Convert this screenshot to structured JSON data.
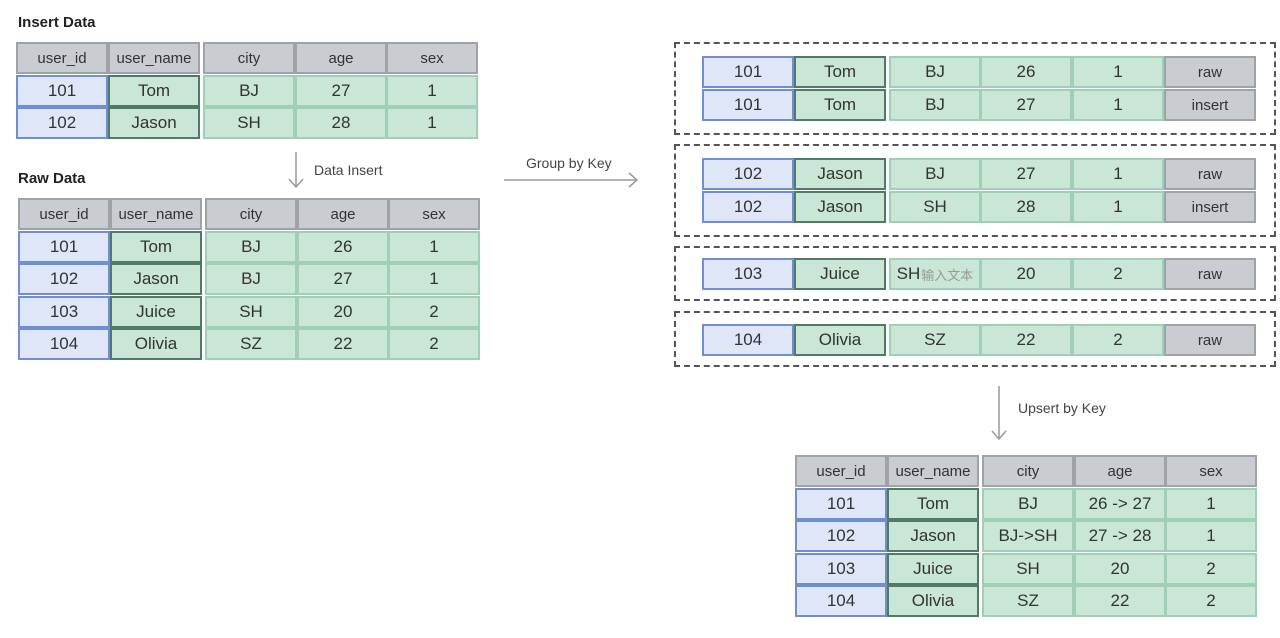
{
  "insert_title": "Insert Data",
  "raw_title": "Raw Data",
  "labels": {
    "data_insert": "Data Insert",
    "group_by_key": "Group by Key",
    "upsert_by_key": "Upsert by Key"
  },
  "headers": [
    "user_id",
    "user_name",
    "city",
    "age",
    "sex"
  ],
  "insert_rows": [
    [
      "101",
      "Tom",
      "BJ",
      "27",
      "1"
    ],
    [
      "102",
      "Jason",
      "SH",
      "28",
      "1"
    ]
  ],
  "raw_rows": [
    [
      "101",
      "Tom",
      "BJ",
      "26",
      "1"
    ],
    [
      "102",
      "Jason",
      "BJ",
      "27",
      "1"
    ],
    [
      "103",
      "Juice",
      "SH",
      "20",
      "2"
    ],
    [
      "104",
      "Olivia",
      "SZ",
      "22",
      "2"
    ]
  ],
  "groups": [
    {
      "rows": [
        [
          "101",
          "Tom",
          "BJ",
          "26",
          "1",
          "raw"
        ],
        [
          "101",
          "Tom",
          "BJ",
          "27",
          "1",
          "insert"
        ]
      ]
    },
    {
      "rows": [
        [
          "102",
          "Jason",
          "BJ",
          "27",
          "1",
          "raw"
        ],
        [
          "102",
          "Jason",
          "SH",
          "28",
          "1",
          "insert"
        ]
      ]
    },
    {
      "rows": [
        [
          "103",
          "Juice",
          "SH",
          "20",
          "2",
          "raw"
        ]
      ]
    },
    {
      "rows": [
        [
          "104",
          "Olivia",
          "SZ",
          "22",
          "2",
          "raw"
        ]
      ]
    }
  ],
  "ghost_text": "输入文本",
  "result_rows": [
    [
      "101",
      "Tom",
      "BJ",
      "26 -> 27",
      "1"
    ],
    [
      "102",
      "Jason",
      "BJ->SH",
      "27 -> 28",
      "1"
    ],
    [
      "103",
      "Juice",
      "SH",
      "20",
      "2"
    ],
    [
      "104",
      "Olivia",
      "SZ",
      "22",
      "2"
    ]
  ]
}
